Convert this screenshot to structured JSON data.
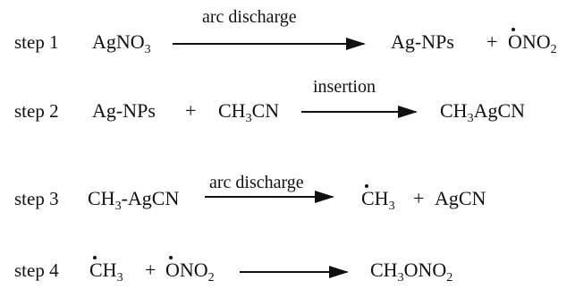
{
  "steps": [
    {
      "label": "step 1",
      "reactant1": {
        "base": "AgNO",
        "sub": "3"
      },
      "condition": "arc discharge",
      "product1": "Ag-NPs",
      "plus": "+",
      "product2": {
        "base": "ONO",
        "sub": "2"
      }
    },
    {
      "label": "step 2",
      "reactant1": "Ag-NPs",
      "plus": "+",
      "reactant2": {
        "pre": "CH",
        "sub": "3",
        "post": "CN"
      },
      "condition": "insertion",
      "product1": {
        "pre": "CH",
        "sub": "3",
        "post": "AgCN"
      }
    },
    {
      "label": "step 3",
      "reactant1": {
        "pre": "CH",
        "sub": "3",
        "post": "-AgCN"
      },
      "condition": "arc discharge",
      "product1": {
        "base": "CH",
        "sub": "3"
      },
      "plus": "+",
      "product2": "AgCN"
    },
    {
      "label": "step 4",
      "reactant1": {
        "base": "CH",
        "sub": "3"
      },
      "plus1": "+",
      "reactant2": {
        "base": "ONO",
        "sub": "2"
      },
      "product1": {
        "base": "CH",
        "sub": "3",
        "post": "ONO",
        "sub2": "2"
      }
    }
  ]
}
